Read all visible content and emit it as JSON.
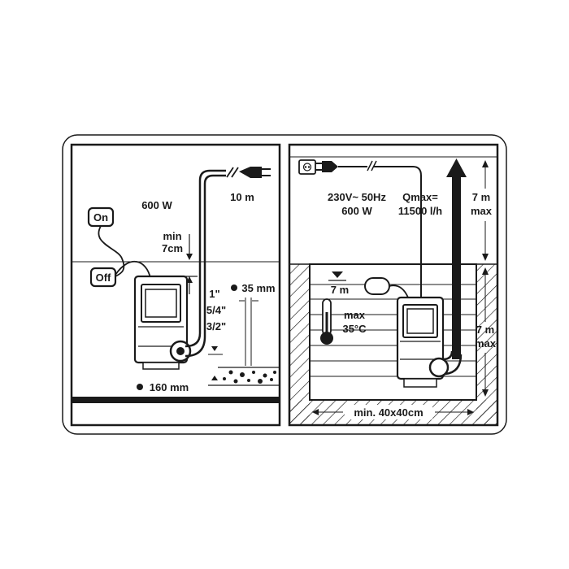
{
  "left_panel": {
    "power": "600 W",
    "cable_length": "10 m",
    "switch_on": "On",
    "switch_off": "Off",
    "min_label": "min",
    "min_value": "7cm",
    "hose_1": "1\"",
    "hose_2": "5/4\"",
    "hose_3": "3/2\"",
    "particle_size": "35 mm",
    "pump_diameter": "160 mm"
  },
  "right_panel": {
    "voltage": "230V~ 50Hz",
    "power": "600 W",
    "qmax_label": "Qmax=",
    "qmax_value": "11500 l/h",
    "head_top": "7 m",
    "head_top_unit": "max",
    "depth": "7 m",
    "depth_unit": "max",
    "float_depth": "7 m",
    "temp_label": "max",
    "temp_value": "35°C",
    "pit_size": "min. 40x40cm"
  },
  "colors": {
    "ink": "#1a1a1a",
    "background": "#ffffff"
  }
}
